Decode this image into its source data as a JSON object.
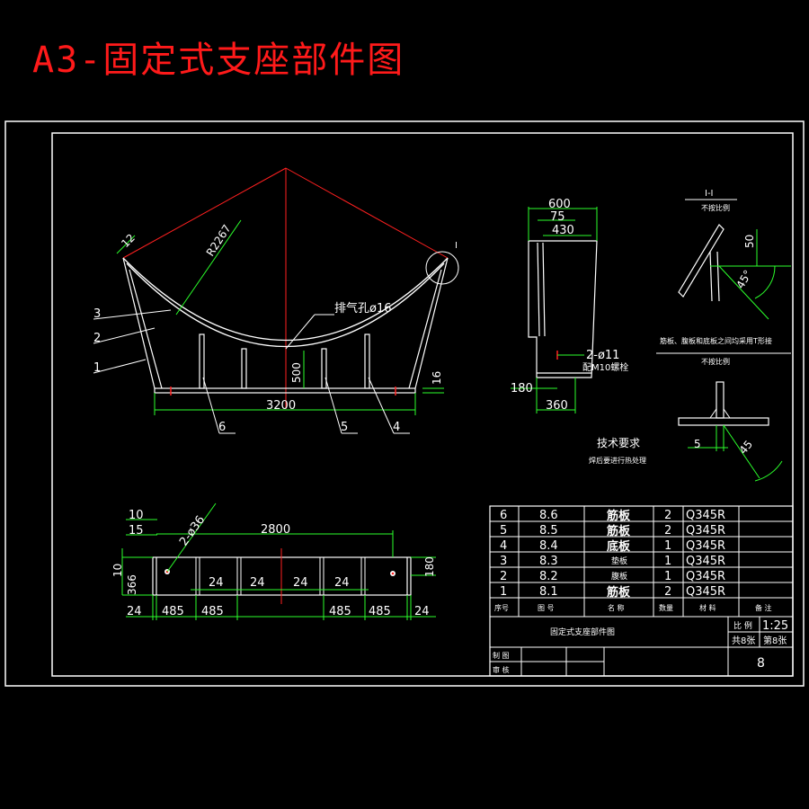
{
  "title": "A3-固定式支座部件图",
  "main_view": {
    "dims": {
      "angle12": "12",
      "radius": "R2267",
      "hole": "排气孔ø16",
      "h500": "500",
      "h16": "16",
      "w3200": "3200"
    },
    "callouts": [
      "3",
      "2",
      "1",
      "6",
      "5",
      "4"
    ]
  },
  "side_view": {
    "dims": {
      "d600": "600",
      "d75": "75",
      "d430": "430",
      "hole": "2-ø11",
      "bolt": "配M10螺栓",
      "d180": "180",
      "d360": "360"
    }
  },
  "detail_I": {
    "mark": "I",
    "section_title": "I-I",
    "scale_note": "不按比例",
    "d50": "50",
    "a45": "45°",
    "weld_note": "筋板、腹板和底板之间均采用T形接",
    "scale_note2": "不按比例",
    "d5": "5",
    "a45b": "45"
  },
  "tech": {
    "title": "技术要求",
    "line1": "焊后要进行热处理"
  },
  "plan_view": {
    "dims": {
      "d10": "10",
      "d15": "15",
      "hole": "2-ø36",
      "d2800": "2800",
      "d10b": "10",
      "d366": "366",
      "d180": "180",
      "bottom": [
        "24",
        "485",
        "485",
        "485",
        "485",
        "24"
      ],
      "mid": [
        "24",
        "24",
        "24",
        "24"
      ]
    }
  },
  "bom": {
    "rows": [
      {
        "no": "6",
        "code": "8.6",
        "name": "筋板",
        "qty": "2",
        "mat": "Q345R"
      },
      {
        "no": "5",
        "code": "8.5",
        "name": "筋板",
        "qty": "2",
        "mat": "Q345R"
      },
      {
        "no": "4",
        "code": "8.4",
        "name": "底板",
        "qty": "1",
        "mat": "Q345R"
      },
      {
        "no": "3",
        "code": "8.3",
        "name": "垫板",
        "qty": "1",
        "mat": "Q345R"
      },
      {
        "no": "2",
        "code": "8.2",
        "name": "腹板",
        "qty": "1",
        "mat": "Q345R"
      },
      {
        "no": "1",
        "code": "8.1",
        "name": "筋板",
        "qty": "2",
        "mat": "Q345R"
      }
    ],
    "header": {
      "no": "序号",
      "code": "图  号",
      "name": "名  称",
      "qty": "数量",
      "mat": "材  料",
      "note": "备  注"
    },
    "drawing_name": "固定式支座部件图",
    "scale_label": "比  例",
    "scale": "1:25",
    "total": "共8张",
    "sheet": "第8张",
    "drawn": "制  图",
    "checked": "审  核",
    "page_no": "8"
  }
}
